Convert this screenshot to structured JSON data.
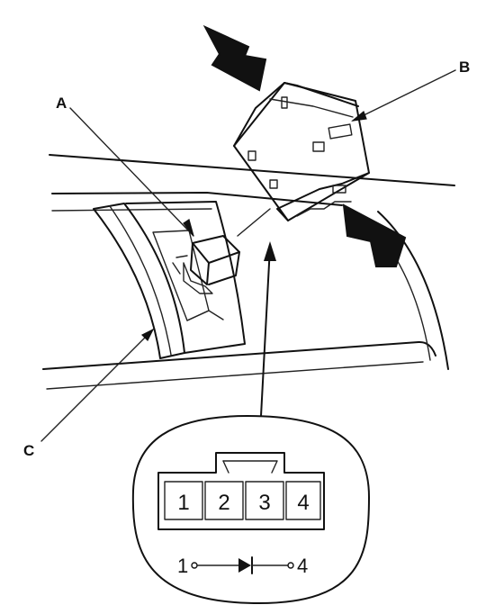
{
  "callouts": {
    "a": "A",
    "b": "B",
    "c": "C"
  },
  "connector": {
    "pins": [
      "1",
      "2",
      "3",
      "4"
    ],
    "symbol": {
      "left_terminal": "1",
      "right_terminal": "4",
      "element": "diode-icon"
    }
  },
  "colors": {
    "ink": "#111111",
    "background": "#ffffff"
  }
}
